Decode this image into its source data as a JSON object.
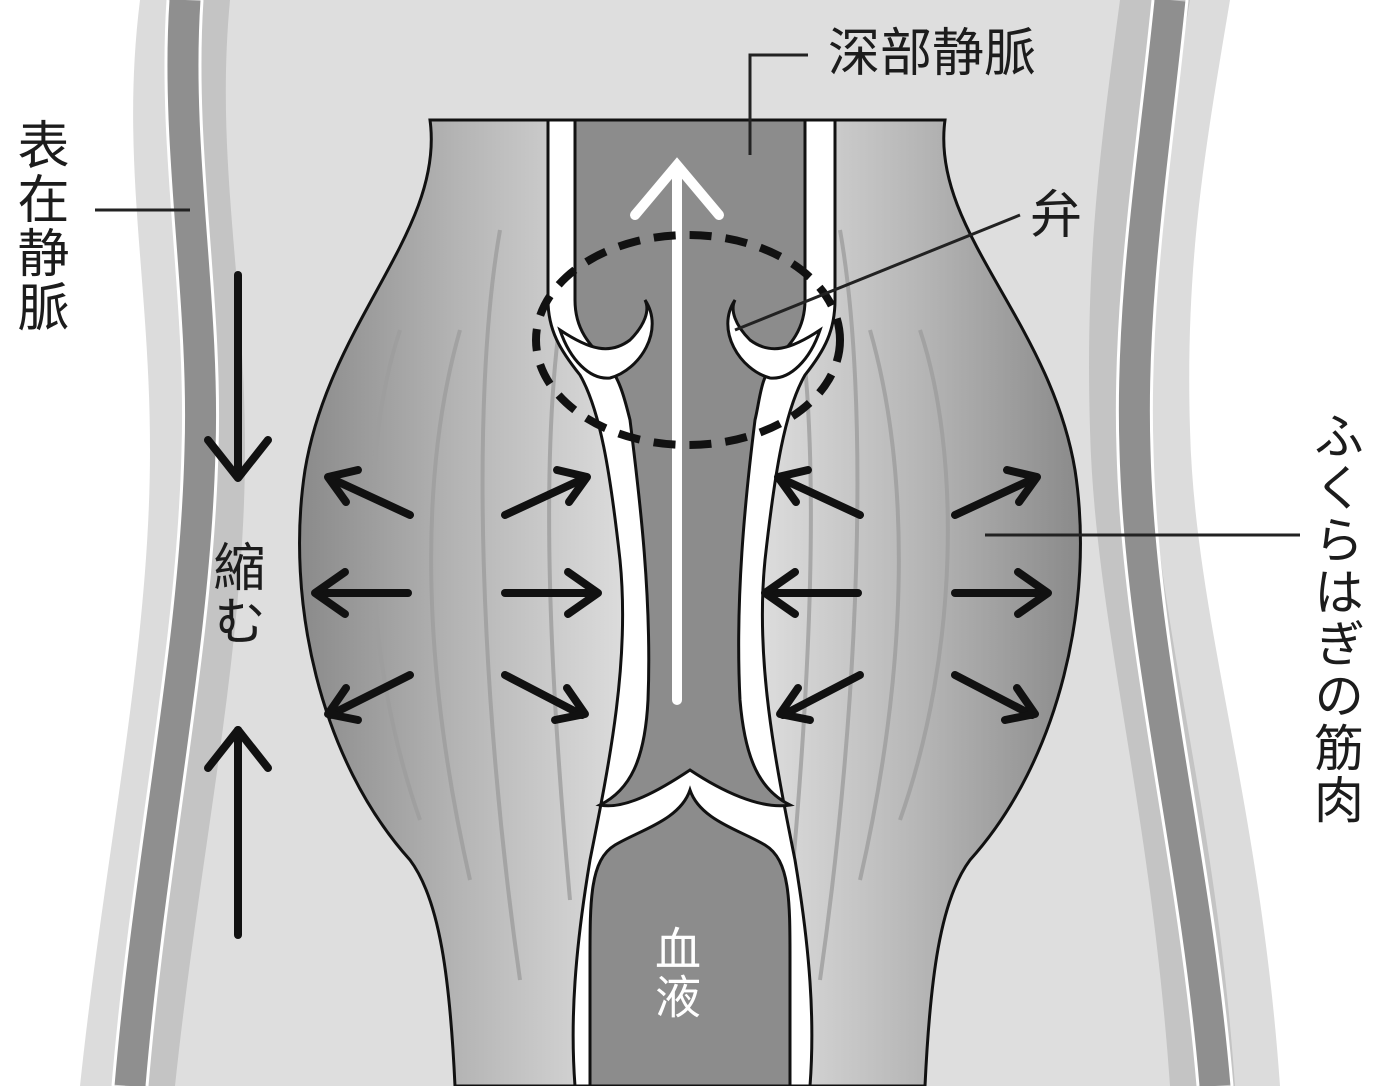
{
  "labels": {
    "deep_vein": "深部静脈",
    "superficial_vein": "表在静脈",
    "valve": "弁",
    "contract": "縮む",
    "calf_muscle": "ふくらはぎの筋肉",
    "blood": "血液"
  },
  "colors": {
    "skin_outer": "#dedede",
    "skin_inner": "#c8c8c8",
    "superficial_vein": "#8f8f8f",
    "muscle_light": "#cfcfcf",
    "muscle_dark": "#8a8a8a",
    "vein_lumen": "#8c8c8c",
    "vein_wall": "#ffffff",
    "outline": "#111111"
  }
}
